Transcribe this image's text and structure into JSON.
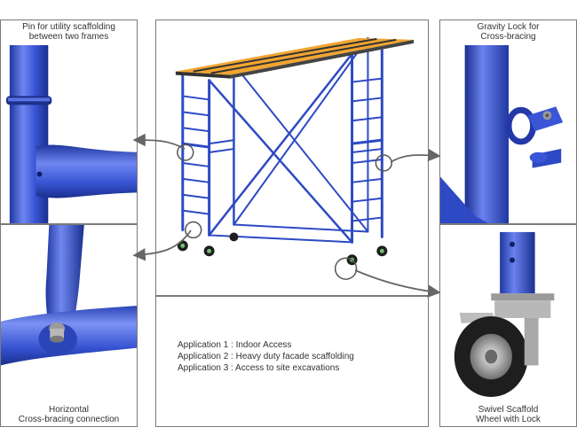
{
  "captions": {
    "pin": [
      "Pin for utility scaffolding",
      "between two frames"
    ],
    "gravity": [
      "Gravity Lock for",
      "Cross-bracing"
    ],
    "horizontal": [
      "Horizontal",
      "Cross-bracing connection"
    ],
    "wheel": [
      "Swivel Scaffold",
      "Wheel with Lock"
    ]
  },
  "applications": [
    "Application 1 : Indoor Access",
    "Application 2 : Heavy duty facade scaffolding",
    "Application 3 : Access to site excavations"
  ],
  "colors": {
    "frame_blue": "#2d49c4",
    "plank_orange": "#f2a531",
    "plank_dark": "#333333",
    "panel_border": "#7a7a7a",
    "arrow_gray": "#666666"
  }
}
